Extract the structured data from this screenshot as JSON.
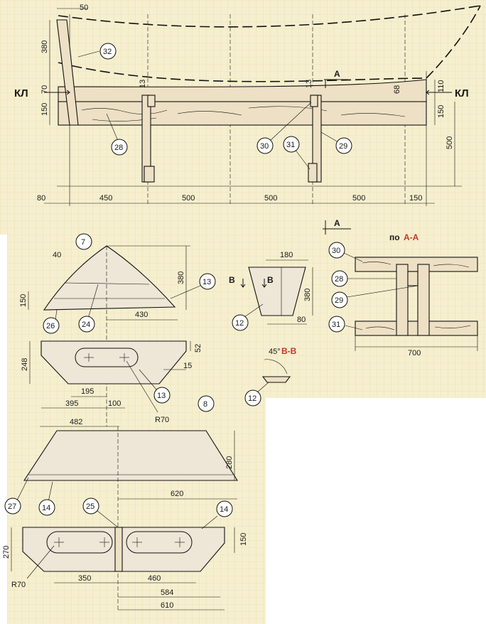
{
  "labels": {
    "kl_left": "КЛ",
    "kl_right": "КЛ",
    "a_top": "А",
    "a_mid": "А",
    "b_left": "В",
    "b_right": "В",
    "section_bb": "В-В",
    "section_aa_prefix": "по",
    "section_aa": "А-А"
  },
  "dims": {
    "top": {
      "d50": "50",
      "d380": "380",
      "d70": "70",
      "d150_left": "150",
      "d13_a": "13",
      "d13_b": "13",
      "d68": "68",
      "d110": "110",
      "d150_right": "150",
      "d500_v": "500",
      "bottom": [
        "80",
        "450",
        "500",
        "500",
        "500",
        "150"
      ]
    },
    "bow": {
      "d40": "40",
      "d380": "380",
      "d150": "150",
      "d430": "430",
      "d248": "248",
      "d52": "52",
      "d15": "15",
      "d195": "195",
      "d395": "395",
      "d100": "100",
      "r70": "R70"
    },
    "piece12": {
      "d180": "180",
      "d380": "380",
      "d80": "80",
      "angle": "45°"
    },
    "section_aa": {
      "d700": "700"
    },
    "stern": {
      "d482": "482",
      "d280": "280",
      "d620": "620",
      "d270": "270",
      "d150": "150",
      "d350": "350",
      "d460": "460",
      "d584": "584",
      "d610": "610",
      "r70": "R70"
    }
  },
  "callouts": {
    "c32": "32",
    "c28": "28",
    "c30": "30",
    "c31": "31",
    "c29": "29",
    "c7": "7",
    "c13a": "13",
    "c24": "24",
    "c26": "26",
    "c13b": "13",
    "c12a": "12",
    "c12b": "12",
    "c30s": "30",
    "c28s": "28",
    "c29s": "29",
    "c31s": "31",
    "c8": "8",
    "c27": "27",
    "c14a": "14",
    "c25": "25",
    "c14b": "14"
  },
  "colors": {
    "grid_paper": "#f6efcf",
    "grid_line": "#e3d7a6",
    "wood": "#ede0c4",
    "accent_red": "#c0392b"
  }
}
